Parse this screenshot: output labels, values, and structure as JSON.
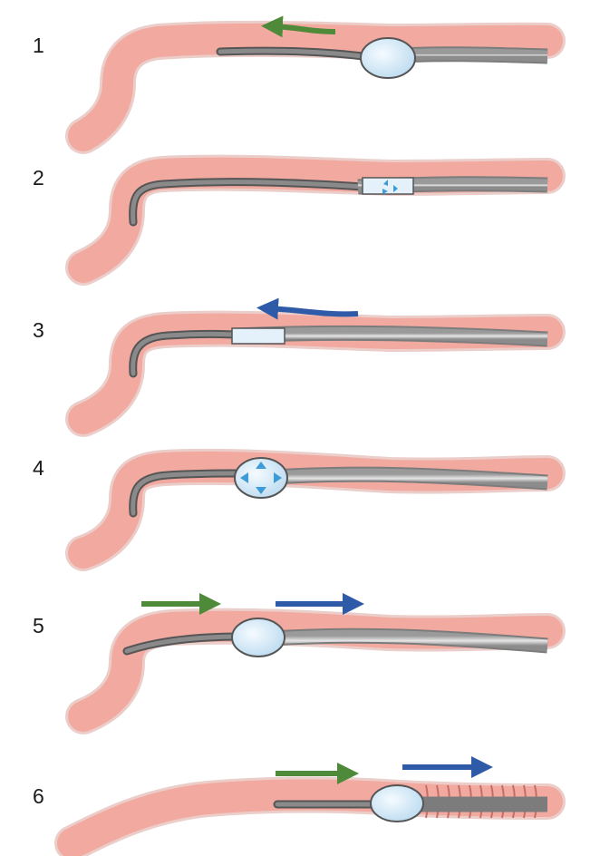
{
  "steps": [
    {
      "label": "1",
      "intestine": "curved",
      "scope_end": "straight",
      "balloon": "inflated",
      "arrows": [
        "green-left"
      ]
    },
    {
      "label": "2",
      "intestine": "curved",
      "scope_end": "hooked",
      "balloon": "deflated",
      "arrows": []
    },
    {
      "label": "3",
      "intestine": "curved",
      "scope_end": "hooked",
      "balloon": "deflated",
      "arrows": [
        "blue-left"
      ]
    },
    {
      "label": "4",
      "intestine": "curved",
      "scope_end": "hooked",
      "balloon": "inflating",
      "arrows": []
    },
    {
      "label": "5",
      "intestine": "curved",
      "scope_end": "straight",
      "balloon": "inflated",
      "arrows": [
        "green-right",
        "blue-right"
      ]
    },
    {
      "label": "6",
      "intestine": "pleated",
      "scope_end": "straight",
      "balloon": "inflated",
      "arrows": [
        "green-right",
        "blue-right"
      ]
    }
  ],
  "colors": {
    "intestine_wall": "#f2a9a0",
    "intestine_outline": "#c56f64",
    "endoscope": "#6e6e6e",
    "overtube": "#c8c8c8",
    "balloon": "#dcedf8",
    "inflation_marks": "#3d9bd8",
    "endoscope_arrow": "#4f8a3a",
    "overtube_arrow": "#2e5aa8"
  }
}
